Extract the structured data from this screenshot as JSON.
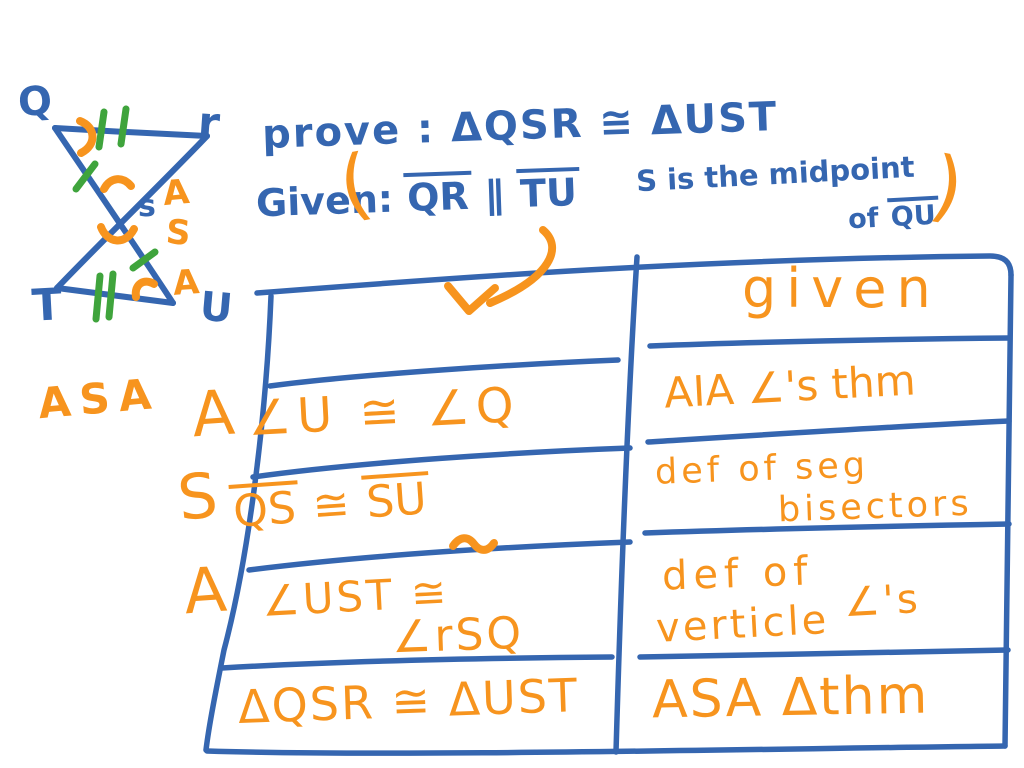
{
  "colors": {
    "ink_blue": "#3566B0",
    "ink_orange": "#F7941E",
    "ink_green": "#3FA43C",
    "background": "#FFFFFF"
  },
  "figure": {
    "vertex_labels": {
      "top_left": "Q",
      "top_right": "r",
      "center": "s",
      "bottom_left": "T",
      "bottom_right": "U"
    },
    "angle_letters": [
      "A",
      "S",
      "A"
    ]
  },
  "prove": {
    "label": "prove :",
    "statement": "ΔQSR ≅ ΔUST"
  },
  "given": {
    "label": "Given:",
    "open_paren": "(",
    "close_paren": ")",
    "segment1": "QR",
    "parallel_symbol": "∥",
    "segment2": "TU",
    "midpoint_text": "S is the midpoint",
    "midpoint_of": "of",
    "midpoint_segment": "QU"
  },
  "method_label": "ASA",
  "proof_table": {
    "reason_header": "given",
    "rows": [
      {
        "marker": "A",
        "statement": "∠U ≅ ∠Q",
        "reason": "AIA ∠'s thm"
      },
      {
        "marker": "S",
        "statement_seg1": "QS",
        "statement_symbol": "≅",
        "statement_seg2": "SU",
        "reason_line1": "def of seg",
        "reason_line2": "bisectors"
      },
      {
        "marker": "A",
        "statement_line1": "∠UST ≅",
        "statement_line2": "∠rSQ",
        "reason_line1": "def of",
        "reason_line2": "verticle",
        "reason_suffix": "∠'s"
      },
      {
        "statement": "ΔQSR ≅ ΔUST",
        "reason": "ASA Δthm"
      }
    ]
  }
}
